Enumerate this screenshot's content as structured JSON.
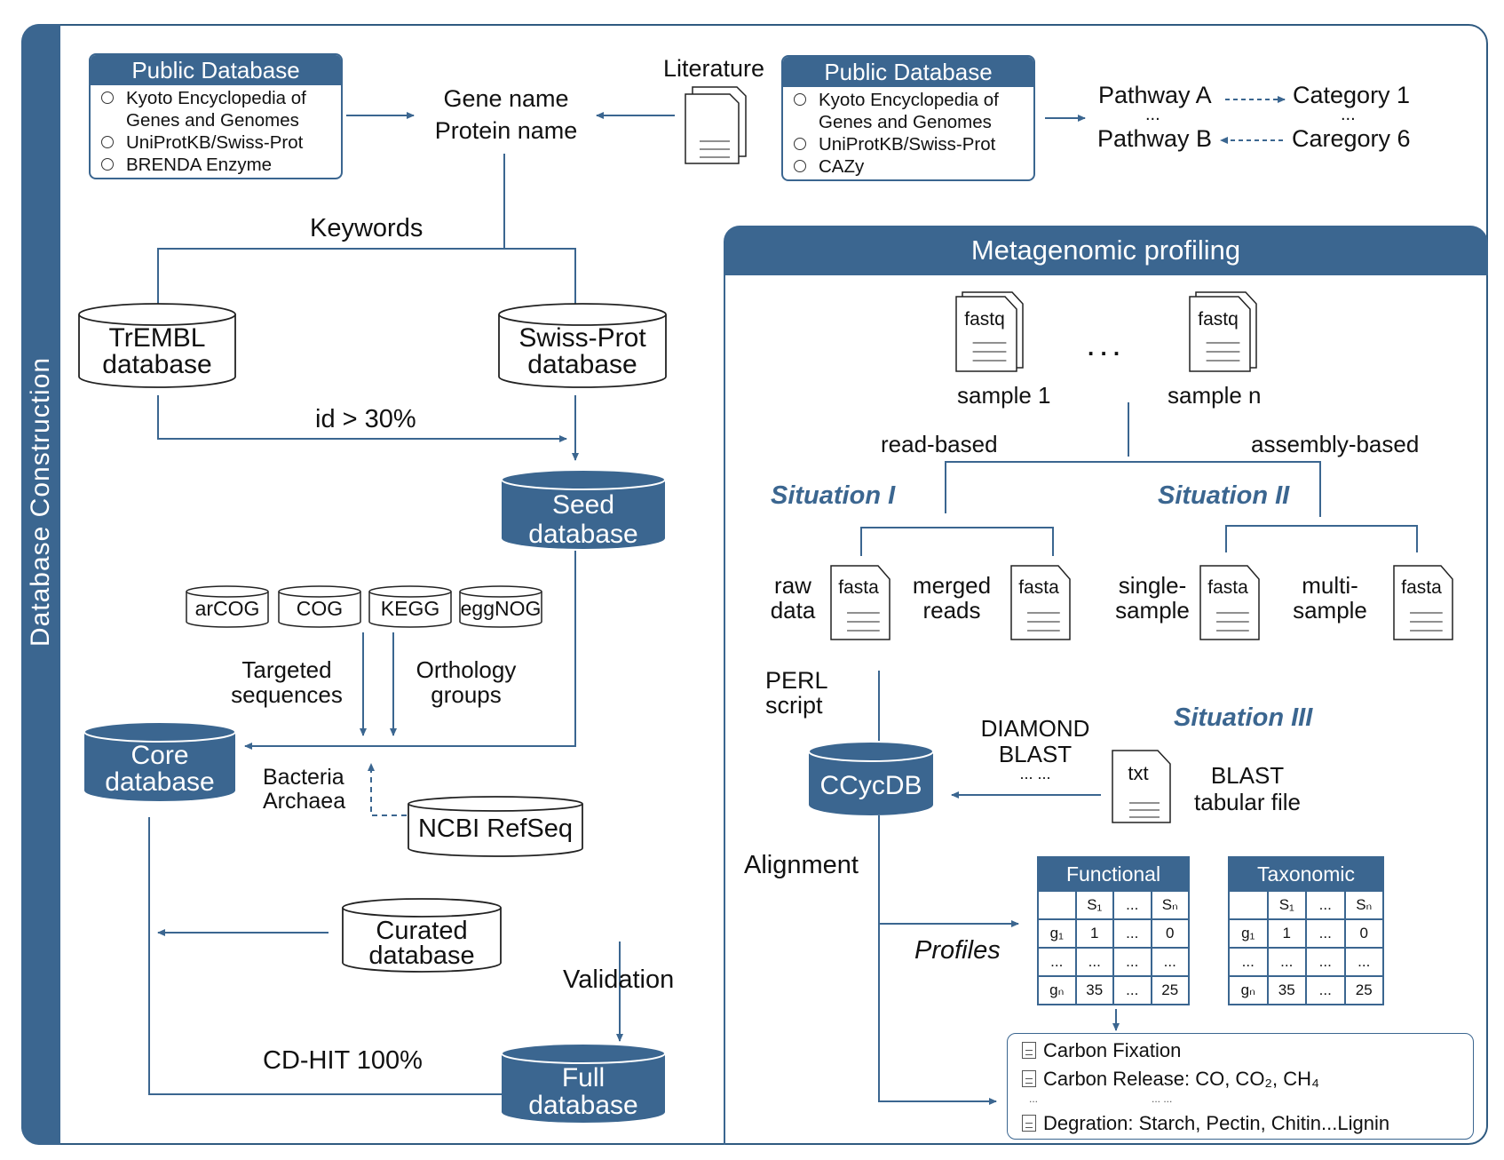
{
  "sidebar": {
    "label": "Database  Construction"
  },
  "public_db_left": {
    "title": "Public Database",
    "items": [
      "Kyoto Encyclopedia of",
      "Genes and Genomes",
      "UniProtKB/Swiss-Prot",
      "BRENDA Enzyme"
    ]
  },
  "public_db_right": {
    "title": "Public Database",
    "items": [
      "Kyoto Encyclopedia of",
      "Genes and Genomes",
      "UniProtKB/Swiss-Prot",
      "CAZy"
    ]
  },
  "gene_name": "Gene name",
  "protein_name": "Protein name",
  "literature": "Literature",
  "pathways": {
    "pathway_a": "Pathway A",
    "category_1": "Category 1",
    "dots": "...",
    "pathway_b": "Pathway B",
    "category_6": "Caregory 6"
  },
  "construction": {
    "keywords": "Keywords",
    "trembl": [
      "TrEMBL",
      "database"
    ],
    "swissprot": [
      "Swiss-Prot",
      "database"
    ],
    "id_threshold": "id > 30%",
    "seed": [
      "Seed",
      "database"
    ],
    "small_dbs": [
      "arCOG",
      "COG",
      "KEGG",
      "eggNOG"
    ],
    "targeted": [
      "Targeted",
      "sequences"
    ],
    "orthology": [
      "Orthology",
      "groups"
    ],
    "core": [
      "Core",
      "database"
    ],
    "bacteria_archaea": [
      "Bacteria",
      "Archaea"
    ],
    "ncbi": "NCBI RefSeq",
    "curated": [
      "Curated",
      "database"
    ],
    "validation": "Validation",
    "cdhit": "CD-HIT 100%",
    "full": [
      "Full",
      "database"
    ]
  },
  "metagenomic": {
    "title": "Metagenomic  profiling",
    "fastq_label": "fastq",
    "sample_1": "sample 1",
    "sample_n": "sample n",
    "ellipsis": ". . .",
    "read_based": "read-based",
    "assembly_based": "assembly-based",
    "situation_1": "Situation I",
    "situation_2": "Situation II",
    "situation_3": "Situation III",
    "fasta_label": "fasta",
    "raw_data": [
      "raw",
      "data"
    ],
    "merged_reads": [
      "merged",
      "reads"
    ],
    "single_sample": [
      "single-",
      "sample"
    ],
    "multi_sample": [
      "multi-",
      "sample"
    ],
    "perl_script": [
      "PERL",
      "script"
    ],
    "ccycdb": "CCycDB",
    "diamond": [
      "DIAMOND",
      "BLAST",
      "... ..."
    ],
    "txt_label": "txt",
    "blast_tabular": [
      "BLAST",
      "tabular file"
    ],
    "alignment": "Alignment",
    "profiles": "Profiles"
  },
  "tables": [
    {
      "title": "Functional",
      "header": [
        "",
        "S₁",
        "...",
        "Sₙ"
      ],
      "rows": [
        [
          "g₁",
          "1",
          "...",
          "0"
        ],
        [
          "...",
          "...",
          "...",
          "..."
        ],
        [
          "gₙ",
          "35",
          "...",
          "25"
        ]
      ]
    },
    {
      "title": "Taxonomic",
      "header": [
        "",
        "S₁",
        "...",
        "Sₙ"
      ],
      "rows": [
        [
          "g₁",
          "1",
          "...",
          "0"
        ],
        [
          "...",
          "...",
          "...",
          "..."
        ],
        [
          "gₙ",
          "35",
          "...",
          "25"
        ]
      ]
    }
  ],
  "categories": {
    "items": [
      "Carbon Fixation",
      "Carbon Release: CO, CO₂, CH₄",
      "Degration: Starch, Pectin, Chitin...Lignin"
    ],
    "dots_left": "...",
    "dots_mid": "... ..."
  },
  "colors": {
    "accent": "#3b6690",
    "dark_border": "#2f5a80"
  }
}
